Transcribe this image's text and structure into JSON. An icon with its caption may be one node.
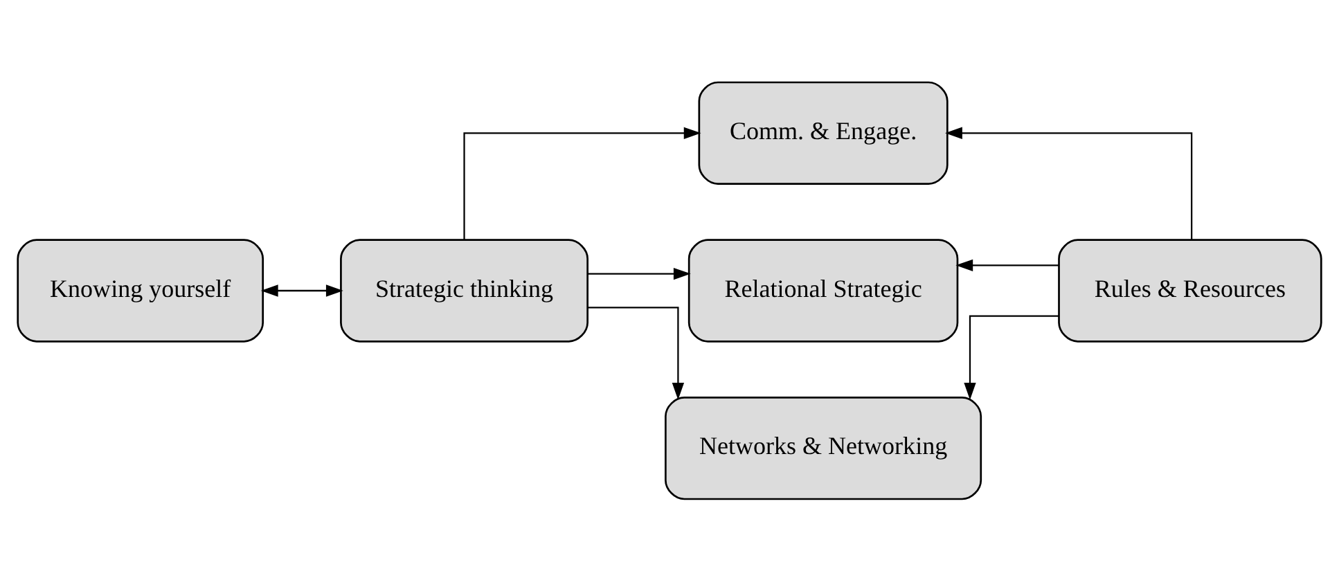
{
  "diagram": {
    "nodes": [
      {
        "text": [
          "Knowing yourself"
        ]
      },
      {
        "text": [
          "Strategic thinking"
        ]
      },
      {
        "text": [
          "Comm. & Engage."
        ]
      },
      {
        "text": [
          "Relational Strategic"
        ]
      },
      {
        "text": [
          "Networks & Networking"
        ]
      },
      {
        "text": [
          "Rules & Resources"
        ]
      }
    ],
    "edges": [
      {
        "from": 0,
        "to": 1,
        "arrow": "both"
      },
      {
        "from": 1,
        "to": 2,
        "arrow": "to"
      },
      {
        "from": 1,
        "to": 3,
        "arrow": "to"
      },
      {
        "from": 1,
        "to": 4,
        "arrow": "to"
      },
      {
        "from": 5,
        "to": 2,
        "arrow": "to"
      },
      {
        "from": 5,
        "to": 3,
        "arrow": "to"
      },
      {
        "from": 5,
        "to": 4,
        "arrow": "to"
      }
    ]
  }
}
